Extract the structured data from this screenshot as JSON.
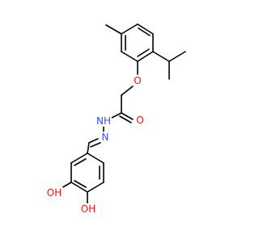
{
  "molecule": {
    "colors": {
      "bond": "#000000",
      "oxygen": "#ff0d0d",
      "nitrogen": "#3050f8",
      "background": "#ffffff"
    },
    "atoms": {
      "ether_oxygen": "O",
      "carbonyl_oxygen": "O",
      "amide_nitrogen": "NH",
      "imine_nitrogen": "N",
      "hydroxyl_oxygen_1": "OH",
      "hydroxyl_oxygen_2": "OH"
    }
  }
}
